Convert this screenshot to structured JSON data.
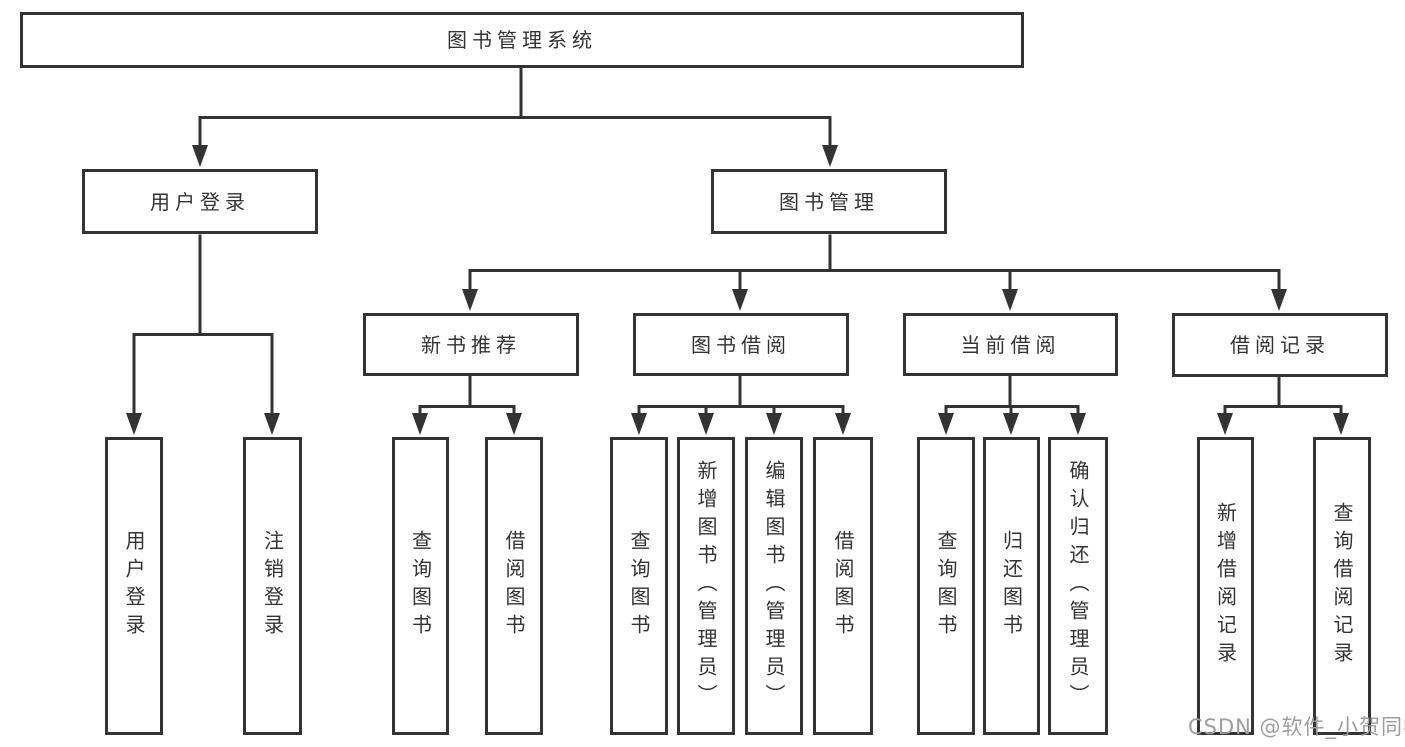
{
  "tree": {
    "label": "图书管理系统",
    "children": [
      {
        "label": "用户登录",
        "children": [
          {
            "label": "用户登录"
          },
          {
            "label": "注销登录"
          }
        ]
      },
      {
        "label": "图书管理",
        "children": [
          {
            "label": "新书推荐",
            "children": [
              {
                "label": "查询图书"
              },
              {
                "label": "借阅图书"
              }
            ]
          },
          {
            "label": "图书借阅",
            "children": [
              {
                "label": "查询图书"
              },
              {
                "label": "新增图书（管理员）"
              },
              {
                "label": "编辑图书（管理员）"
              },
              {
                "label": "借阅图书"
              }
            ]
          },
          {
            "label": "当前借阅",
            "children": [
              {
                "label": "查询图书"
              },
              {
                "label": "归还图书"
              },
              {
                "label": "确认归还（管理员）"
              }
            ]
          },
          {
            "label": "借阅记录",
            "children": [
              {
                "label": "新增借阅记录"
              },
              {
                "label": "查询借阅记录"
              }
            ]
          }
        ]
      }
    ]
  },
  "watermark": {
    "text": "CSDN @软件_小贺同学"
  },
  "colors": {
    "line": "#333333",
    "box_border": "#333333",
    "box_fill": "#ffffff",
    "text": "#333333",
    "watermark": "#9e9e9e"
  }
}
